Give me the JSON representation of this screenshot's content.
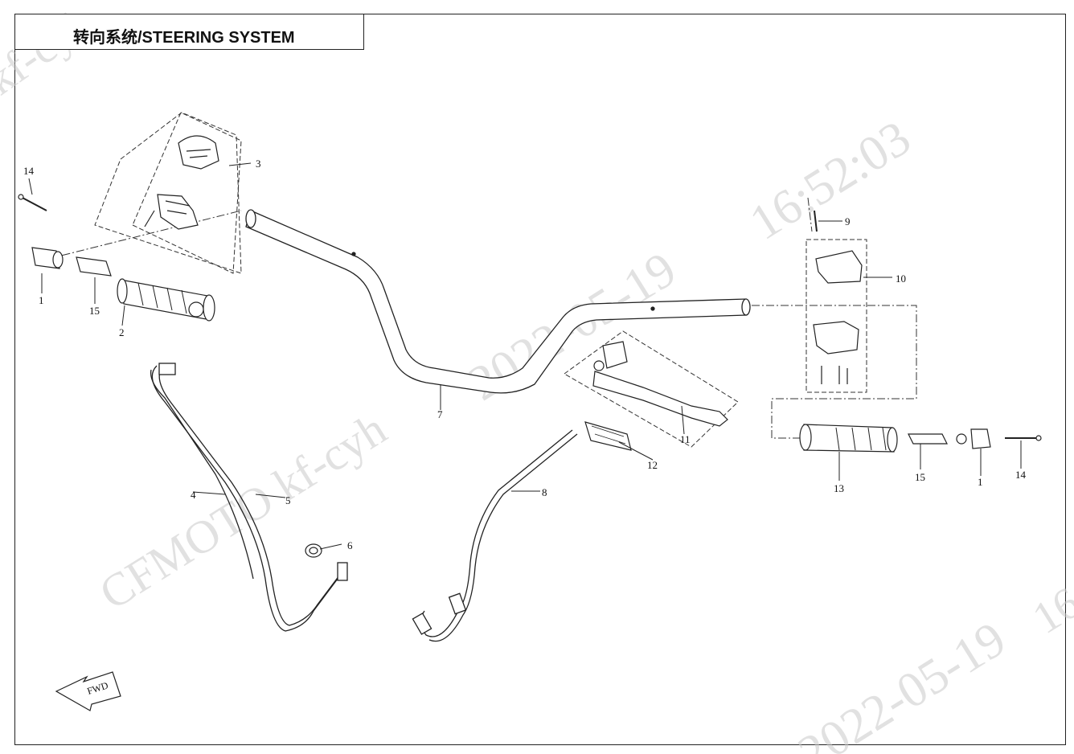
{
  "title": "转向系统/STEERING SYSTEM",
  "watermarks": {
    "brand": "CFMOTO kf-cyh",
    "date_top": "2022-05-19",
    "time_top": "16:52:03",
    "date_bottom": "2022-05-19",
    "corner_left": "kf-cyh",
    "corner_right": "16"
  },
  "fwd_label": "FWD",
  "callouts": [
    {
      "id": "c14l",
      "label": "14"
    },
    {
      "id": "c1l",
      "label": "1"
    },
    {
      "id": "c15l",
      "label": "15"
    },
    {
      "id": "c2",
      "label": "2"
    },
    {
      "id": "c3",
      "label": "3"
    },
    {
      "id": "c4",
      "label": "4"
    },
    {
      "id": "c5",
      "label": "5"
    },
    {
      "id": "c6",
      "label": "6"
    },
    {
      "id": "c7",
      "label": "7"
    },
    {
      "id": "c8",
      "label": "8"
    },
    {
      "id": "c9",
      "label": "9"
    },
    {
      "id": "c10",
      "label": "10"
    },
    {
      "id": "c11",
      "label": "11"
    },
    {
      "id": "c12",
      "label": "12"
    },
    {
      "id": "c13",
      "label": "13"
    },
    {
      "id": "c15r",
      "label": "15"
    },
    {
      "id": "c1r",
      "label": "1"
    },
    {
      "id": "c14r",
      "label": "14"
    }
  ]
}
